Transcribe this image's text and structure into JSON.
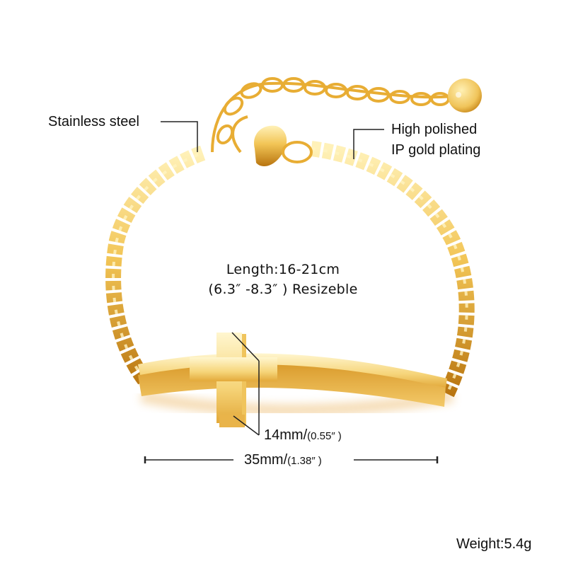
{
  "annotations": {
    "material": "Stainless steel",
    "finish_line1": "High polished",
    "finish_line2": "IP gold plating",
    "length_line1": "Length:16-21cm",
    "length_line2": "(6.3″ -8.3″ ) Resizeble",
    "cross_height_mm": "14mm/",
    "cross_height_in": "(0.55″ )",
    "bar_length_mm": "35mm/",
    "bar_length_in": "(1.38″ )",
    "weight": "Weight:5.4g"
  },
  "colors": {
    "background": "#ffffff",
    "gold_light": "#fbe08a",
    "gold_mid": "#e9b23a",
    "gold_dark": "#b8740f",
    "text": "#111111",
    "line": "#222222"
  },
  "product": {
    "name-icon": "cross-bracelet-image",
    "parts": [
      "box-chain",
      "extender-chain",
      "lobster-clasp",
      "round-tag-charm",
      "sideways-cross-bar"
    ]
  }
}
